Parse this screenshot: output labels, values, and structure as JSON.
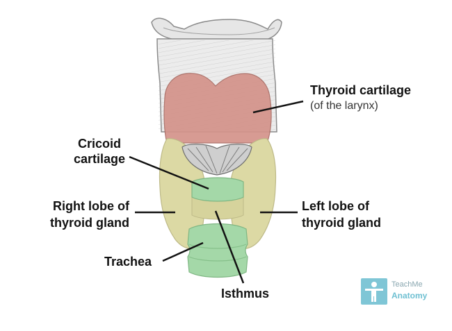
{
  "labels": {
    "thyroid_cartilage": "Thyroid cartilage",
    "thyroid_cartilage_sub": "(of the larynx)",
    "cricoid_line1": "Cricoid",
    "cricoid_line2": "cartilage",
    "right_lobe_line1": "Right lobe of",
    "right_lobe_line2": "thyroid gland",
    "left_lobe_line1": "Left lobe of",
    "left_lobe_line2": "thyroid gland",
    "trachea": "Trachea",
    "isthmus": "Isthmus"
  },
  "logo": {
    "line1": "TeachMe",
    "line2": "Anatomy"
  },
  "colors": {
    "thyroid_cartilage": "#d4938a",
    "thyroid_gland": "#dcd9a4",
    "cricoid_trachea": "#a4d8a8",
    "bone": "#e4e4e4",
    "logo": "#7fc6d6"
  }
}
